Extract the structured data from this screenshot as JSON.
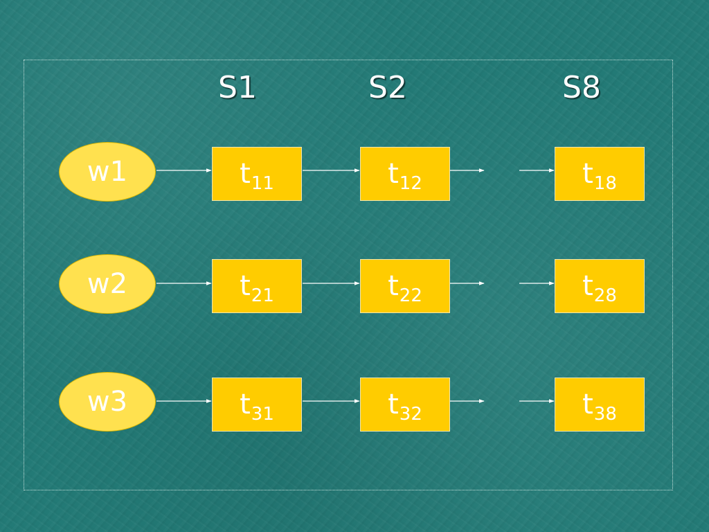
{
  "colors": {
    "background": "#237a76",
    "task_fill": "#ffcc00",
    "worker_fill": "#ffe14f",
    "text": "#ffffff",
    "line": "#ffffff"
  },
  "stages": [
    "S1",
    "S2",
    "S8"
  ],
  "rows": [
    {
      "worker": "w1",
      "tasks": [
        {
          "base": "t",
          "sub": "11"
        },
        {
          "base": "t",
          "sub": "12"
        },
        {
          "base": "t",
          "sub": "18"
        }
      ]
    },
    {
      "worker": "w2",
      "tasks": [
        {
          "base": "t",
          "sub": "21"
        },
        {
          "base": "t",
          "sub": "22"
        },
        {
          "base": "t",
          "sub": "28"
        }
      ]
    },
    {
      "worker": "w3",
      "tasks": [
        {
          "base": "t",
          "sub": "31"
        },
        {
          "base": "t",
          "sub": "32"
        },
        {
          "base": "t",
          "sub": "38"
        }
      ]
    }
  ]
}
